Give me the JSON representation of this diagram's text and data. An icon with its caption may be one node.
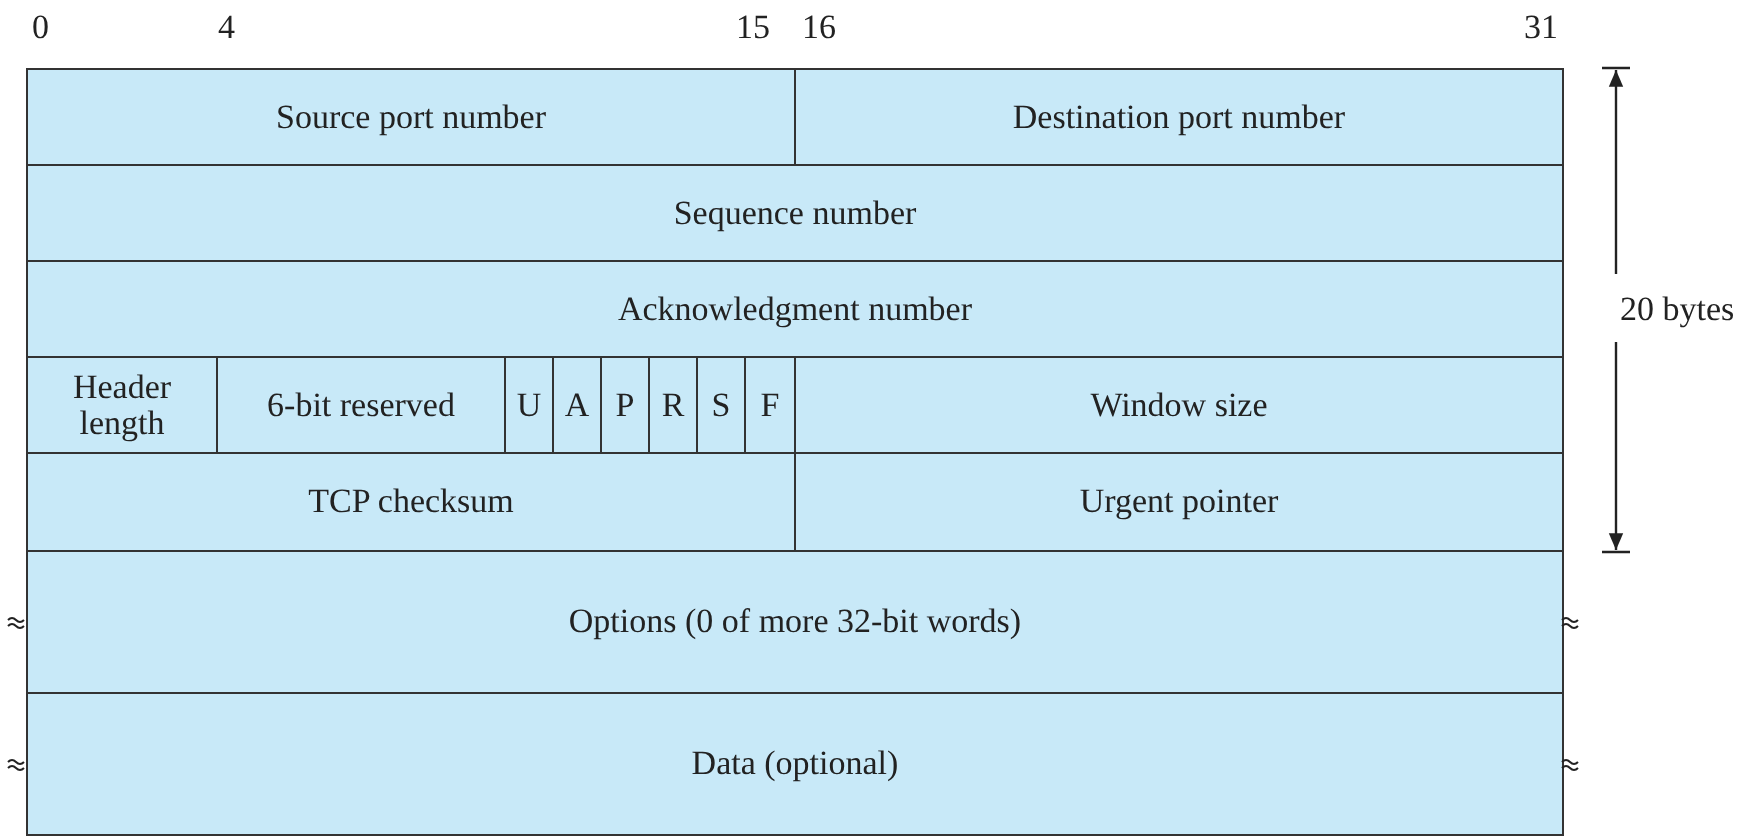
{
  "diagram": {
    "nodes": [
      {
        "text": [
          "Source port number"
        ]
      },
      {
        "text": [
          "Destination port number"
        ]
      },
      {
        "text": [
          "Sequence number"
        ]
      },
      {
        "text": [
          "Acknowledgment number"
        ]
      },
      {
        "text": [
          "Header length"
        ]
      },
      {
        "text": [
          "6-bit reserved"
        ]
      },
      {
        "text": [
          "U"
        ]
      },
      {
        "text": [
          "A"
        ]
      },
      {
        "text": [
          "P"
        ]
      },
      {
        "text": [
          "R"
        ]
      },
      {
        "text": [
          "S"
        ]
      },
      {
        "text": [
          "F"
        ]
      },
      {
        "text": [
          "Window size"
        ]
      },
      {
        "text": [
          "TCP checksum"
        ]
      },
      {
        "text": [
          "Urgent pointer"
        ]
      },
      {
        "text": [
          "Options (0 of more 32-bit words)"
        ]
      },
      {
        "text": [
          "Data (optional)"
        ]
      }
    ],
    "labels": [
      "0",
      "4",
      "15",
      "16",
      "31",
      "20 bytes"
    ]
  }
}
